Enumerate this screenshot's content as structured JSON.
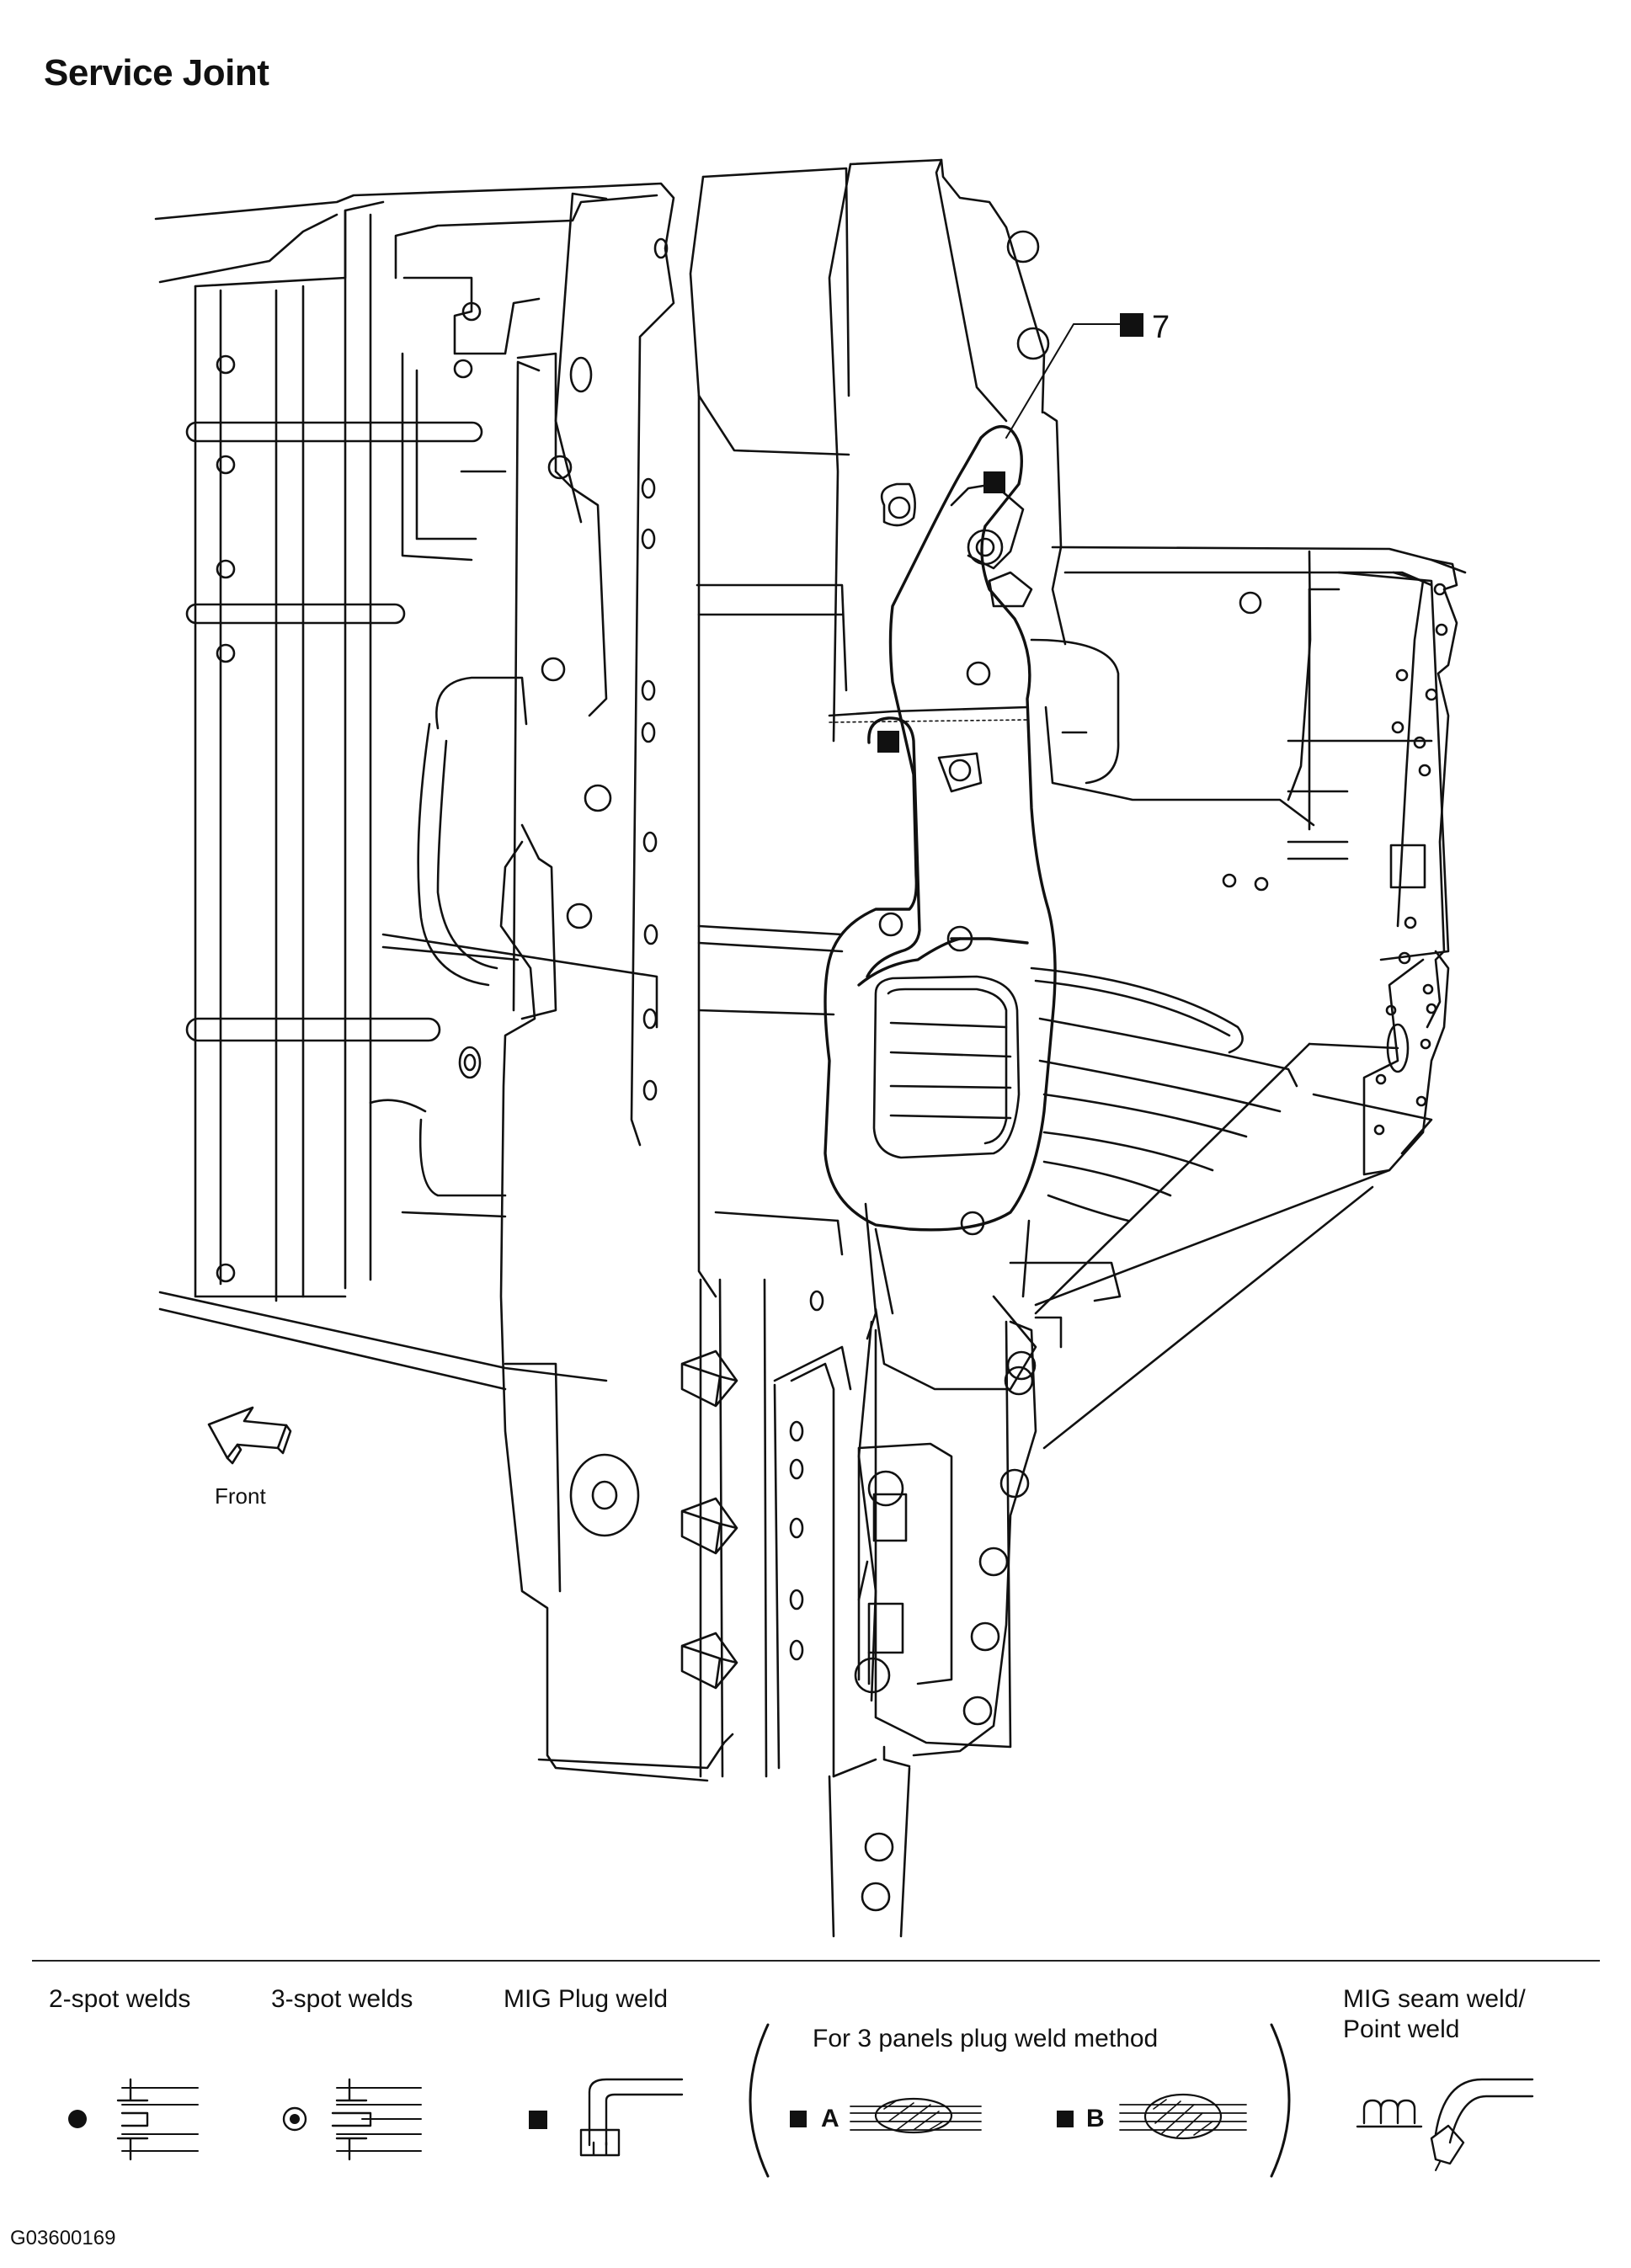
{
  "title": "Service Joint",
  "front_label": "Front",
  "callout": {
    "number": "7",
    "weld_type": "mig-plug-weld-square"
  },
  "legend": {
    "items": [
      {
        "label": "2-spot welds",
        "symbol": "filled-dot-icon"
      },
      {
        "label": "3-spot welds",
        "symbol": "ringed-dot-icon"
      },
      {
        "label": "MIG Plug weld",
        "symbol": "filled-square-icon"
      },
      {
        "label": "MIG seam weld/\nPoint weld",
        "symbol": "seam-weld-icon"
      }
    ],
    "group_title": "For 3 panels plug weld method",
    "group_items": [
      {
        "label": "A"
      },
      {
        "label": "B"
      }
    ]
  },
  "figure_code": "G03600169"
}
